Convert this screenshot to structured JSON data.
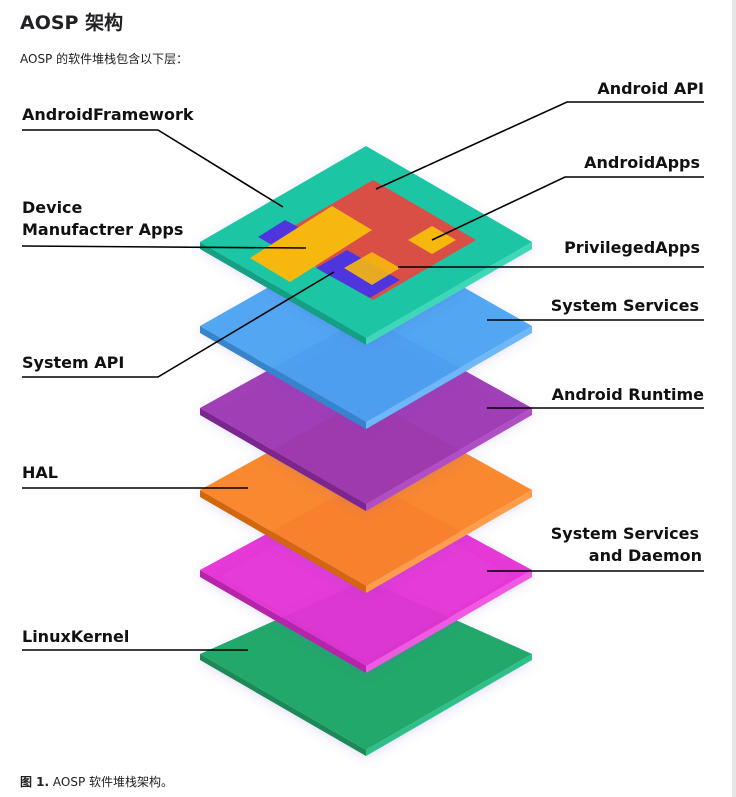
{
  "title": "AOSP 架构",
  "intro": "AOSP 的软件堆栈包含以下层：",
  "diagram": {
    "labels": {
      "android_framework": "AndroidFramework",
      "device_manufacturer_apps_1": "Device",
      "device_manufacturer_apps_2": "Manufactrer Apps",
      "system_api": "System API",
      "hal": "HAL",
      "linux_kernel": "LinuxKernel",
      "android_api": "Android API",
      "android_apps": "AndroidApps",
      "privileged_apps": "PrivilegedApps",
      "system_services": "System Services",
      "android_runtime": "Android Runtime",
      "system_services_daemons_1": "System Services",
      "system_services_daemons_2": "and Daemon"
    },
    "layer_colors": {
      "framework": "#1dc6a5",
      "system_services": "#4aa3f2",
      "android_runtime": "#9c35b3",
      "hal": "#fa8420",
      "daemons": "#e530d5",
      "linux_kernel": "#22a86b",
      "android_api_block": "#d94f46",
      "manufacturer_apps_block": "#f6b80e",
      "system_api_block": "#4f35de"
    }
  },
  "caption": {
    "fig": "图 1.",
    "text": " AOSP 软件堆栈架构。"
  }
}
